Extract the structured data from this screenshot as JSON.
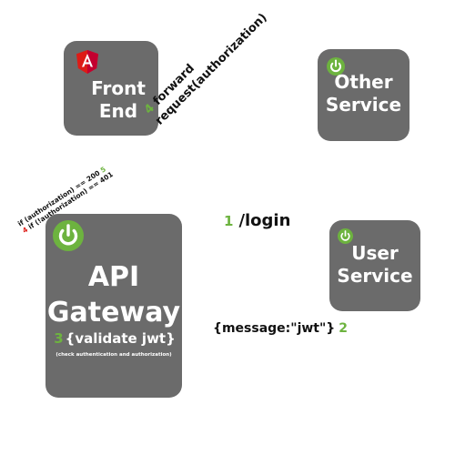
{
  "boxes": {
    "frontend": {
      "line1": "Front",
      "line2": "End"
    },
    "other": {
      "line1": "Other",
      "line2": "Service"
    },
    "gateway": {
      "line1": "API",
      "line2": "Gateway"
    },
    "user": {
      "line1": "User",
      "line2": "Service"
    }
  },
  "steps": {
    "login": {
      "num": "1",
      "text": "/login"
    },
    "message": {
      "text": "{message:\"jwt\"}",
      "num": "2"
    },
    "validate": {
      "num": "3",
      "text": "{validate jwt}",
      "sub": "(check authentication and authorization)"
    },
    "forward": {
      "num": "4",
      "line1": "forward",
      "line2": "request(authorization)"
    },
    "auth": {
      "ok_text": "if (authorization) == 200",
      "ok_num": "5",
      "fail_num": "4",
      "fail_text": "if (!authorization) == 401"
    }
  },
  "colors": {
    "box": "#6b6b6b",
    "spring_green": "#6db33f",
    "angular_red": "#dd1b16",
    "text": "#111111"
  },
  "icons": {
    "frontend": "angular-logo-icon",
    "services": "spring-boot-logo-icon"
  }
}
